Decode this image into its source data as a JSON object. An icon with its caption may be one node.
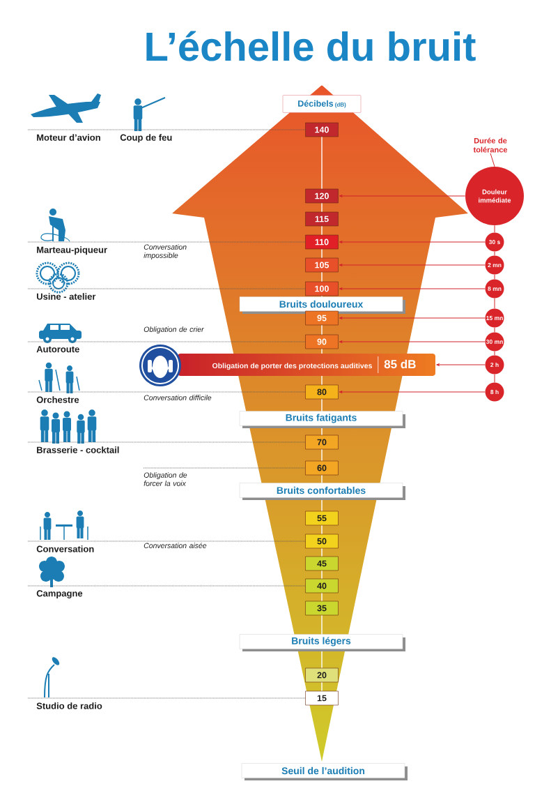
{
  "diagram": {
    "title": "L’échelle du bruit",
    "nodes": [
      {
        "text": [
          "Décibels",
          "(dB)"
        ]
      },
      {
        "text": [
          "Moteur d’avion"
        ]
      },
      {
        "text": [
          "Coup de feu"
        ]
      },
      {
        "text": [
          "140"
        ]
      },
      {
        "text": [
          "Durée de tolérance"
        ]
      },
      {
        "text": [
          "120"
        ]
      },
      {
        "text": [
          "Douleur immédiate"
        ]
      },
      {
        "text": [
          "115"
        ]
      },
      {
        "text": [
          "Marteau-piqueur"
        ]
      },
      {
        "text": [
          "110"
        ]
      },
      {
        "text": [
          "30 s"
        ]
      },
      {
        "text": [
          "105"
        ]
      },
      {
        "text": [
          "2 mn"
        ]
      },
      {
        "text": [
          "Usine - atelier"
        ]
      },
      {
        "text": [
          "100"
        ]
      },
      {
        "text": [
          "8 mn"
        ]
      },
      {
        "text": [
          "Bruits douloureux"
        ]
      },
      {
        "text": [
          "95"
        ]
      },
      {
        "text": [
          "15 mn"
        ]
      },
      {
        "text": [
          "Autoroute"
        ]
      },
      {
        "text": [
          "90"
        ]
      },
      {
        "text": [
          "30 mn"
        ]
      },
      {
        "text": [
          "Obligation de porter des protections auditives",
          "85 dB"
        ]
      },
      {
        "text": [
          "2 h"
        ]
      },
      {
        "text": [
          "Orchestre"
        ]
      },
      {
        "text": [
          "80"
        ]
      },
      {
        "text": [
          "8 h"
        ]
      },
      {
        "text": [
          "Bruits fatigants"
        ]
      },
      {
        "text": [
          "Brasserie - cocktail"
        ]
      },
      {
        "text": [
          "70"
        ]
      },
      {
        "text": [
          "Obligation de forcer la voix"
        ]
      },
      {
        "text": [
          "60"
        ]
      },
      {
        "text": [
          "Bruits confortables"
        ]
      },
      {
        "text": [
          "55"
        ]
      },
      {
        "text": [
          "Conversation"
        ]
      },
      {
        "text": [
          "50"
        ]
      },
      {
        "text": [
          "45"
        ]
      },
      {
        "text": [
          "Campagne"
        ]
      },
      {
        "text": [
          "40"
        ]
      },
      {
        "text": [
          "35"
        ]
      },
      {
        "text": [
          "Bruits légers"
        ]
      },
      {
        "text": [
          "20"
        ]
      },
      {
        "text": [
          "Studio de radio"
        ]
      },
      {
        "text": [
          "15"
        ]
      },
      {
        "text": [
          "Seuil de l’audition"
        ]
      }
    ],
    "edges": [
      {
        "from": 1,
        "to": 3,
        "arrow": "none",
        "style": "dashed",
        "color": "#555555"
      },
      {
        "from": 8,
        "to": 9,
        "arrow": "none",
        "style": "dashed",
        "color": "#555555"
      },
      {
        "from": 13,
        "to": 14,
        "arrow": "none",
        "style": "dashed",
        "color": "#555555"
      },
      {
        "from": 19,
        "to": 20,
        "arrow": "none",
        "style": "dashed",
        "color": "#555555"
      },
      {
        "from": 24,
        "to": 25,
        "arrow": "none",
        "style": "dashed",
        "color": "#555555"
      },
      {
        "from": 28,
        "to": 29,
        "arrow": "none",
        "style": "dashed",
        "color": "#555555"
      },
      {
        "from": 30,
        "to": 31,
        "arrow": "none",
        "style": "dashed",
        "color": "#555555"
      },
      {
        "from": 34,
        "to": 35,
        "arrow": "none",
        "style": "dashed",
        "color": "#555555"
      },
      {
        "from": 37,
        "to": 38,
        "arrow": "none",
        "style": "dashed",
        "color": "#555555"
      },
      {
        "from": 42,
        "to": 43,
        "arrow": "none",
        "style": "dashed",
        "color": "#555555"
      },
      {
        "from": 6,
        "to": 5,
        "arrow": "to"
      },
      {
        "from": 10,
        "to": 9,
        "arrow": "to"
      },
      {
        "from": 12,
        "to": 11,
        "arrow": "to"
      },
      {
        "from": 15,
        "to": 14,
        "arrow": "to"
      },
      {
        "from": 18,
        "to": 17,
        "arrow": "to"
      },
      {
        "from": 21,
        "to": 20,
        "arrow": "to"
      },
      {
        "from": 23,
        "to": 22,
        "arrow": "to"
      },
      {
        "from": 26,
        "to": 25,
        "arrow": "to"
      },
      {
        "from": 4,
        "to": 6,
        "arrow": "none"
      },
      {
        "from": 6,
        "to": 10,
        "arrow": "none"
      },
      {
        "from": 10,
        "to": 12,
        "arrow": "none"
      },
      {
        "from": 12,
        "to": 15,
        "arrow": "none"
      },
      {
        "from": 15,
        "to": 18,
        "arrow": "none"
      },
      {
        "from": 18,
        "to": 21,
        "arrow": "none"
      },
      {
        "from": 21,
        "to": 23,
        "arrow": "none"
      },
      {
        "from": 23,
        "to": 26,
        "arrow": "none"
      }
    ],
    "labels": [
      "Conversation impossible",
      "Obligation de crier",
      "Conversation difficile",
      "Conversation aisée"
    ]
  }
}
